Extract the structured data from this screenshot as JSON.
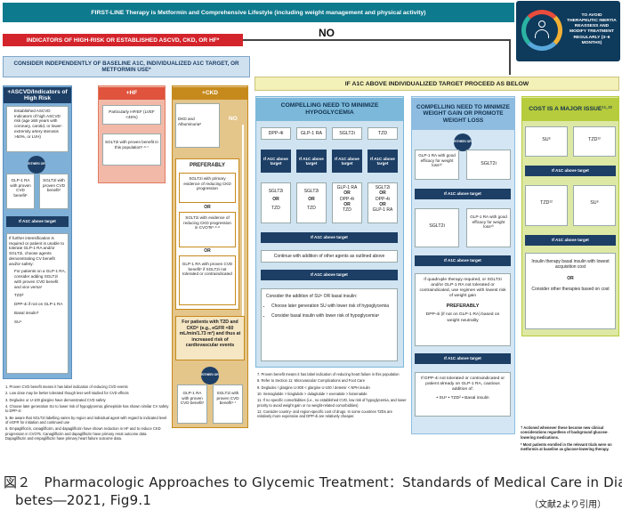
{
  "banner_first_line": "FIRST-LINE Therapy is Metformin and Comprehensive Lifestyle (including weight management and physical activity)",
  "indicators_bar": "INDICATORS OF HIGH-RISK OR ESTABLISHED ASCVD, CKD, OR HF*",
  "no_label": "NO",
  "no_label_small": "NO",
  "consider_bar": "CONSIDER INDEPENDENTLY OF BASELINE A1C, INDIVIDUALIZED A1C TARGET, OR METFORMIN USE*",
  "avoid_inertia": "TO AVOID THERAPEUTIC INERTIA REASSESS AND MODIFY TREATMENT REGULARLY (3–6 MONTHS)",
  "above_target_bar": "IF A1C ABOVE INDIVIDUALIZED TARGET PROCEED AS BELOW",
  "col_ascvd": {
    "header": "+ASCVD/Indicators of High Risk",
    "items": [
      "Established ASCVD",
      "Indicators of high ASCVD risk (age ≥55 years with coronary, carotid, or lower-extremity artery stenosis >50%, or LVH)"
    ],
    "either": "EITHER/ OR",
    "glp1": "GLP-1 RA with proven CVD benefit¹",
    "sglt2": "SGLT2i with proven CVD benefit¹",
    "a1c_above": "If A1C above target",
    "further": "If further intensification is required or patient is unable to tolerate GLP-1 RA and/or SGLT2i, choose agents demonstrating CV benefit and/or safety:",
    "bullets": [
      "For patients on a GLP-1 RA, consider adding SGLT2i with proven CVD benefit and vice versa¹",
      "TZD²",
      "DPP-4i if not on GLP-1 RA",
      "Basal insulin³",
      "SU⁴"
    ]
  },
  "col_hf": {
    "header": "+HF",
    "box1": "Particularly HFrEF (LVEF <45%)",
    "box2": "SGLT2i with proven benefit in this population⁵·⁶·⁷"
  },
  "col_ckd": {
    "header": "+CKD",
    "dkd": "DKD and Albuminuria⁸",
    "preferably": "PREFERABLY",
    "p1": "SGLT2i with primary evidence of reducing CKD progression",
    "or1": "OR",
    "p2": "SGLT2i with evidence of reducing CKD progression in CVOTs⁵·⁶·⁸",
    "or2": "OR",
    "p3": "GLP-1 RA with proven CVD benefit¹ if SGLT2i not tolerated or contraindicated",
    "t2d": "For patients with T2D and CKD⁸ (e.g., eGFR <60 mL/min/1.73 m²) and thus at increased risk of cardiovascular events",
    "either": "EITHER/ OR",
    "glp1": "GLP-1 RA with proven CVD benefit¹",
    "sglt2": "SGLT2i with proven CVD benefit¹·⁷"
  },
  "hypo": {
    "header": "COMPELLING NEED TO MINIMIZE HYPOGLYCEMIA",
    "drugs": [
      "DPP-4i",
      "GLP-1 RA",
      "SGLT2i",
      "TZD"
    ],
    "a1c_above": "If A1C above target",
    "second": [
      [
        "SGLT2i",
        "OR",
        "TZD"
      ],
      [
        "SGLT2i",
        "OR",
        "TZD"
      ],
      [
        "GLP-1 RA",
        "OR",
        "DPP-4i",
        "OR",
        "TZD"
      ],
      [
        "SGLT2i",
        "OR",
        "DPP-4i",
        "OR",
        "GLP-1 RA"
      ]
    ],
    "continue": "Continue with addition of other agents as outlined above",
    "consider": "Consider the addition of SU⁶ OR basal insulin:",
    "bullets": [
      "Choose later generation SU with lower risk of hypoglycemia",
      "Consider basal insulin with lower risk of hypoglycemia⁸"
    ]
  },
  "weight": {
    "header": "COMPELLING NEED TO MINIMIZE WEIGHT GAIN OR PROMOTE WEIGHT LOSS",
    "either": "EITHER/ OR",
    "glp1": "GLP-1 RA with good efficacy for weight loss¹⁰",
    "sglt2": "SGLT2i",
    "a1c_above": "If A1C above target",
    "sglt2_2": "SGLT2i",
    "glp1_2": "GLP-1 RA with good efficacy for weight loss¹⁰",
    "quad": "If quadruple therapy required, or SGLT2i and/or GLP-1 RA not tolerated or contraindicated, use regimen with lowest risk of weight gain",
    "preferably": "PREFERABLY",
    "dpp4": "DPP-4i (if not on GLP-1 RA) based on weight neutrality",
    "if_dpp4": "If DPP-4i not tolerated or contraindicated or patient already on GLP-1 RA, cautious addition of:",
    "bullets": "• SU⁶ • TZD² • Basal insulin"
  },
  "cost": {
    "header": "COST IS A MAJOR ISSUE¹¹·¹²",
    "su": "SU⁶",
    "tzd": "TZD¹²",
    "a1c_above": "If A1C above target",
    "tzd2": "TZD¹²",
    "su2": "SU⁶",
    "insulin": "Insulin therapy basal insulin with lowest acquisition cost",
    "or": "OR",
    "other": "Consider other therapies based on cost"
  },
  "notes_left": [
    "1. Proven CVD benefit means it has label indication of reducing CVD events",
    "2. Low dose may be better tolerated though less well studied for CVD effects",
    "3. Degludec or U-100 glargine have demonstrated CVD safety",
    "4. Choose later generation SU to lower risk of hypoglycemia; glimepiride has shown similar CV safety to DPP-4i",
    "5. Be aware that SGLT2i labelling varies by region and individual agent with regard to indicated level of eGFR for initiation and continued use",
    "6. Empagliflozin, canagliflozin, and dapagliflozin have shown reduction in HF and to reduce CKD progression in CVOTs. Canagliflozin and dapagliflozin have primary renal outcome data. Dapagliflozin and empagliflozin have primary heart failure outcome data."
  ],
  "notes_mid": [
    "7. Proven benefit means it has label indication of reducing heart failure in this population",
    "8. Refer to Section 11: Microvascular Complications and Foot Care",
    "9. Degludec / glargine U-300 < glargine U-100 / detemir < NPH insulin",
    "10. Semaglutide > liraglutide > dulaglutide > exenatide > lixisenatide",
    "11. If no specific comorbidities (i.e., no established CVD, low risk of hypoglycemia, and lower priority to avoid weight gain or no weight-related comorbidities)",
    "12. Consider country- and region-specific cost of drugs. In some countries TZDs are relatively more expensive and DPP-4i are relatively cheaper."
  ],
  "notes_right": [
    "† Actioned whenever these become new clinical considerations regardless of background glucose-lowering medications.",
    "* Most patients enrolled in the relevant trials were on metformin at baseline as glucose-lowering therapy."
  ],
  "caption_line1": "図２　Pharmacologic Approaches to Glycemic Treatment：Standards of Medical Care in Dia-",
  "caption_line2": "betes―2021, Fig9.1",
  "citation": "（文献2より引用）",
  "colors": {
    "teal": "#0e7a8e",
    "red": "#d4242b",
    "navy": "#1d3f66",
    "hf": "#e0533c",
    "ckd": "#c68a1c",
    "hypo": "#7bb8d9",
    "weight": "#8dbce0",
    "cost": "#b7cc3c"
  }
}
